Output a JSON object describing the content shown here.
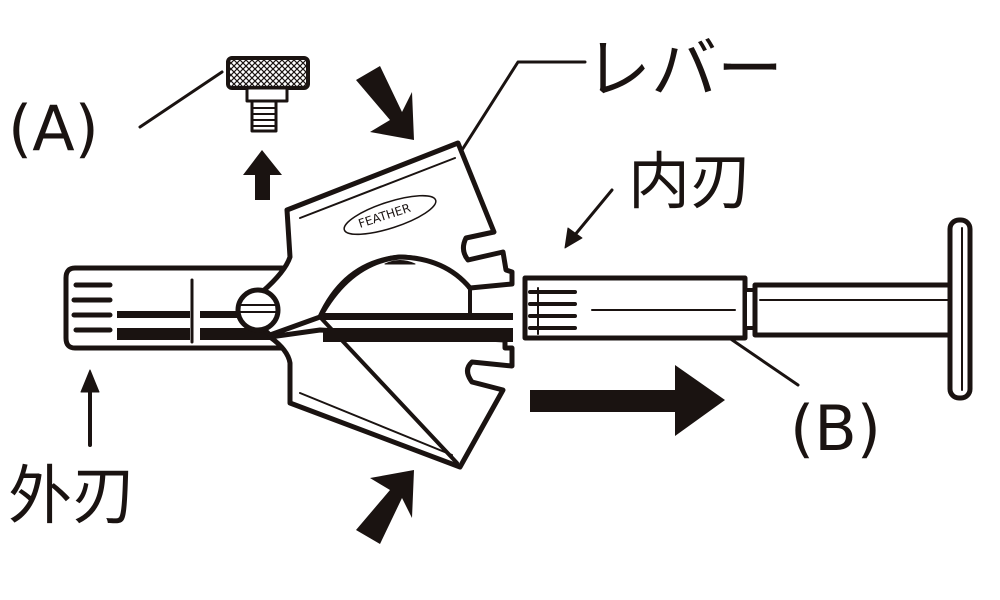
{
  "labels": {
    "part_a": "(A)",
    "lever": "レバー",
    "inner_blade": "内刃",
    "outer_blade": "外刃",
    "part_b": "(B)"
  },
  "logo": "FEATHER",
  "colors": {
    "ink": "#1a1311",
    "background": "#ffffff"
  }
}
